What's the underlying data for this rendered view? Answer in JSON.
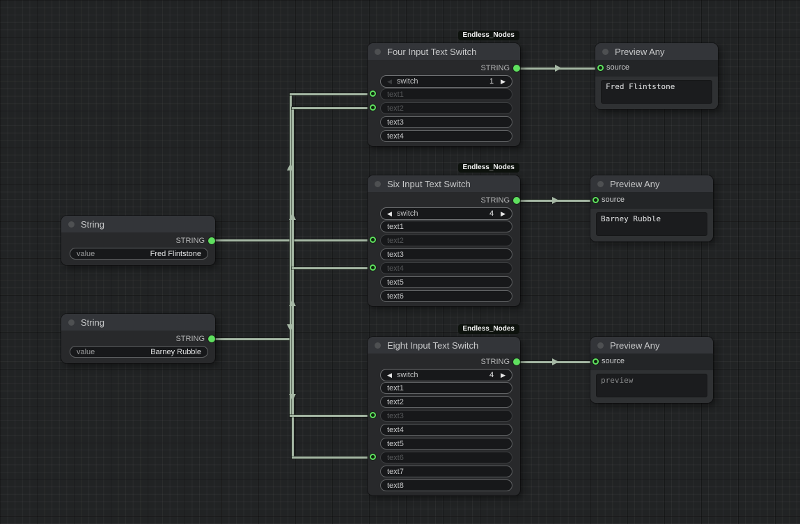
{
  "canvas": {
    "bg_color": "#212324",
    "wire_color": "#a6b8a5",
    "port_green": "#5fe05f"
  },
  "badge_label": "Endless_Nodes",
  "glyphs": {
    "left_arrow": "◀",
    "right_arrow": "▶"
  },
  "nodes": {
    "string1": {
      "title": "String",
      "output_label": "STRING",
      "widget": {
        "label": "value",
        "value": "Fred Flintstone"
      }
    },
    "string2": {
      "title": "String",
      "output_label": "STRING",
      "widget": {
        "label": "value",
        "value": "Barney Rubble"
      }
    },
    "switch4": {
      "title": "Four Input Text Switch",
      "output_label": "STRING",
      "switch": {
        "label": "switch",
        "value": "1",
        "left_dim": true
      },
      "rows": [
        {
          "label": "text1",
          "connected": true
        },
        {
          "label": "text2",
          "connected": true
        },
        {
          "label": "text3",
          "connected": false
        },
        {
          "label": "text4",
          "connected": false
        }
      ]
    },
    "switch6": {
      "title": "Six Input Text Switch",
      "output_label": "STRING",
      "switch": {
        "label": "switch",
        "value": "4",
        "left_dim": false
      },
      "rows": [
        {
          "label": "text1",
          "connected": false
        },
        {
          "label": "text2",
          "connected": true
        },
        {
          "label": "text3",
          "connected": false
        },
        {
          "label": "text4",
          "connected": true
        },
        {
          "label": "text5",
          "connected": false
        },
        {
          "label": "text6",
          "connected": false
        }
      ]
    },
    "switch8": {
      "title": "Eight Input Text Switch",
      "output_label": "STRING",
      "switch": {
        "label": "switch",
        "value": "4",
        "left_dim": false
      },
      "rows": [
        {
          "label": "text1",
          "connected": false
        },
        {
          "label": "text2",
          "connected": false
        },
        {
          "label": "text3",
          "connected": true
        },
        {
          "label": "text4",
          "connected": false
        },
        {
          "label": "text5",
          "connected": false
        },
        {
          "label": "text6",
          "connected": true
        },
        {
          "label": "text7",
          "connected": false
        },
        {
          "label": "text8",
          "connected": false
        }
      ]
    },
    "preview1": {
      "title": "Preview Any",
      "input_label": "source",
      "content": "Fred Flintstone",
      "muted": false
    },
    "preview2": {
      "title": "Preview Any",
      "input_label": "source",
      "content": "Barney Rubble",
      "muted": false
    },
    "preview3": {
      "title": "Preview Any",
      "input_label": "source",
      "content": "preview",
      "muted": true
    }
  }
}
